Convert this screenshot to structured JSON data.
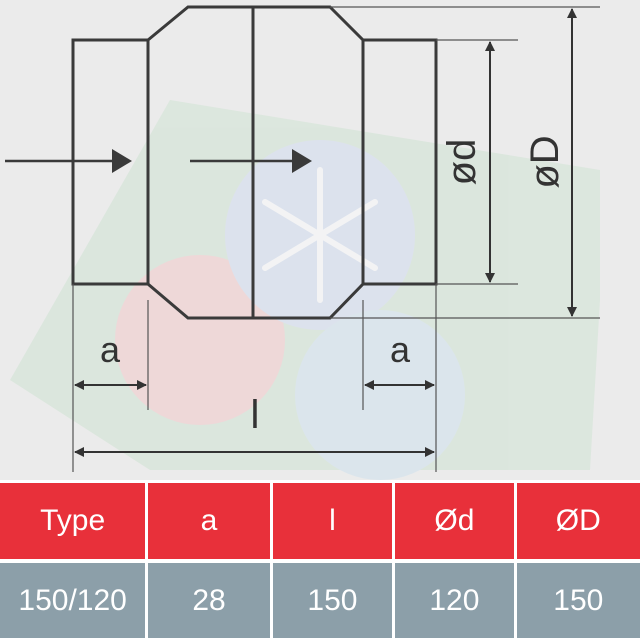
{
  "diagram": {
    "labels": {
      "a_left": "a",
      "a_right": "a",
      "l": "l",
      "small_diameter": "ød",
      "large_diameter": "øD"
    }
  },
  "table": {
    "headers": [
      "Type",
      "a",
      "l",
      "Ød",
      "ØD"
    ],
    "rows": [
      [
        "150/120",
        "28",
        "150",
        "120",
        "150"
      ]
    ]
  },
  "colors": {
    "header_bg": "#e8303a",
    "row_bg": "#8c9fa9",
    "background": "#ebebeb"
  }
}
